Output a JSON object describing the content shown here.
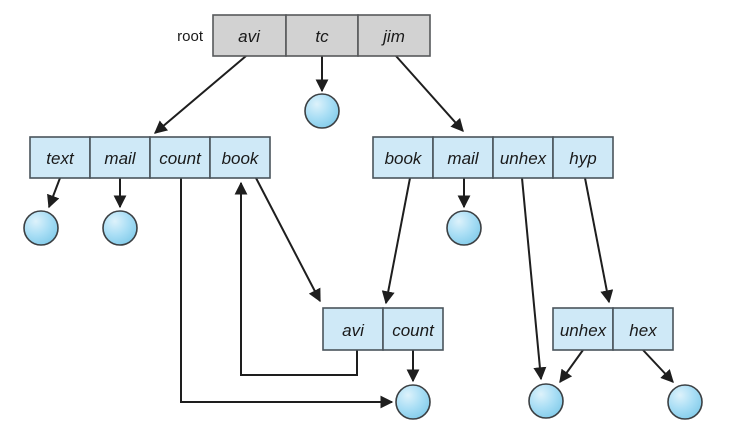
{
  "figure": {
    "root_label": "root",
    "root_dir": {
      "entries": [
        "avi",
        "tc",
        "jim"
      ]
    },
    "avi_dir": {
      "entries": [
        "text",
        "mail",
        "count",
        "book"
      ]
    },
    "jim_dir": {
      "entries": [
        "book",
        "mail",
        "unhex",
        "hyp"
      ]
    },
    "book_dir": {
      "entries": [
        "avi",
        "count"
      ]
    },
    "hyp_dir": {
      "entries": [
        "unhex",
        "hex"
      ]
    },
    "colors": {
      "root_table_fill": "#d2d2d2",
      "directory_table_fill": "#cfe9f7",
      "file_circle_fill": "#a9def5",
      "file_circle_highlight": "#ddf2fb",
      "table_border": "#4a545b",
      "arrow": "#1e1e1e",
      "background": "#ffffff"
    }
  }
}
